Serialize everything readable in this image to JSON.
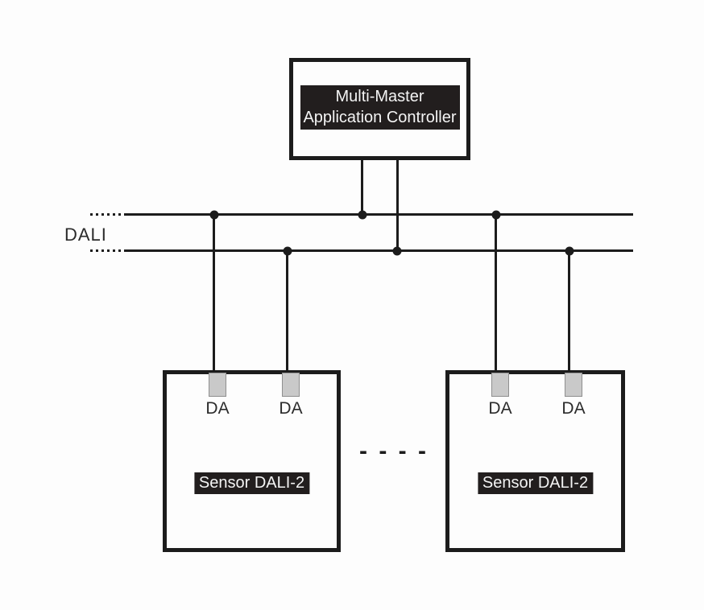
{
  "diagram": {
    "controller": {
      "label_line1": "Multi-Master",
      "label_line2": "Application Controller"
    },
    "bus": {
      "label": "DALI"
    },
    "sensors": [
      {
        "label": "Sensor DALI-2",
        "terminals": [
          "DA",
          "DA"
        ]
      },
      {
        "label": "Sensor DALI-2",
        "terminals": [
          "DA",
          "DA"
        ]
      }
    ],
    "separator": "- - - -",
    "colors": {
      "line": "#1c1c1c",
      "label_bg": "#221e1e",
      "label_fg": "#f4f4f4",
      "terminal_fill": "#c9c9c9",
      "terminal_border": "#8f8f8f",
      "background": "#fdfdfd",
      "text": "#2b2b2b"
    }
  }
}
